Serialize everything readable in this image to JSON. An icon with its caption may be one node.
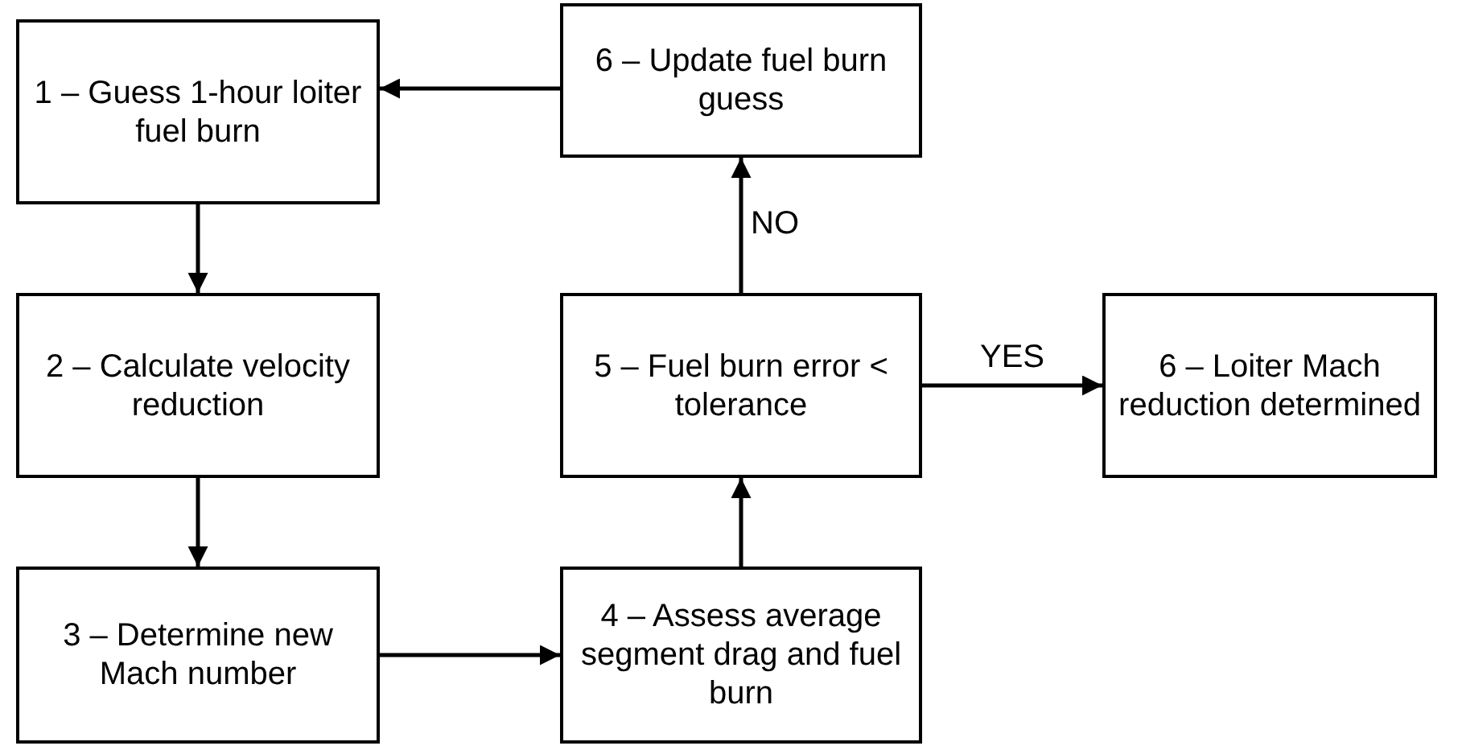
{
  "diagram": {
    "nodes": [
      {
        "text": [
          "1 – Guess 1-hour loiter fuel burn"
        ]
      },
      {
        "text": [
          "6 – Update fuel burn guess"
        ]
      },
      {
        "text": [
          "2 – Calculate velocity reduction"
        ]
      },
      {
        "text": [
          "5 – Fuel burn error < tolerance"
        ]
      },
      {
        "text": [
          "6 – Loiter Mach reduction determined"
        ]
      },
      {
        "text": [
          "3 – Determine new Mach number"
        ]
      },
      {
        "text": [
          "4 – Assess average segment drag and fuel burn"
        ]
      }
    ],
    "edges": [
      {
        "from": 1,
        "to": 0,
        "arrow": "to"
      },
      {
        "from": 0,
        "to": 2,
        "arrow": "to"
      },
      {
        "from": 2,
        "to": 5,
        "arrow": "to"
      },
      {
        "from": 5,
        "to": 6,
        "arrow": "to"
      },
      {
        "from": 6,
        "to": 3,
        "arrow": "to"
      },
      {
        "from": 3,
        "to": 1,
        "arrow": "to",
        "label": "NO"
      },
      {
        "from": 3,
        "to": 4,
        "arrow": "to",
        "label": "YES"
      }
    ]
  }
}
